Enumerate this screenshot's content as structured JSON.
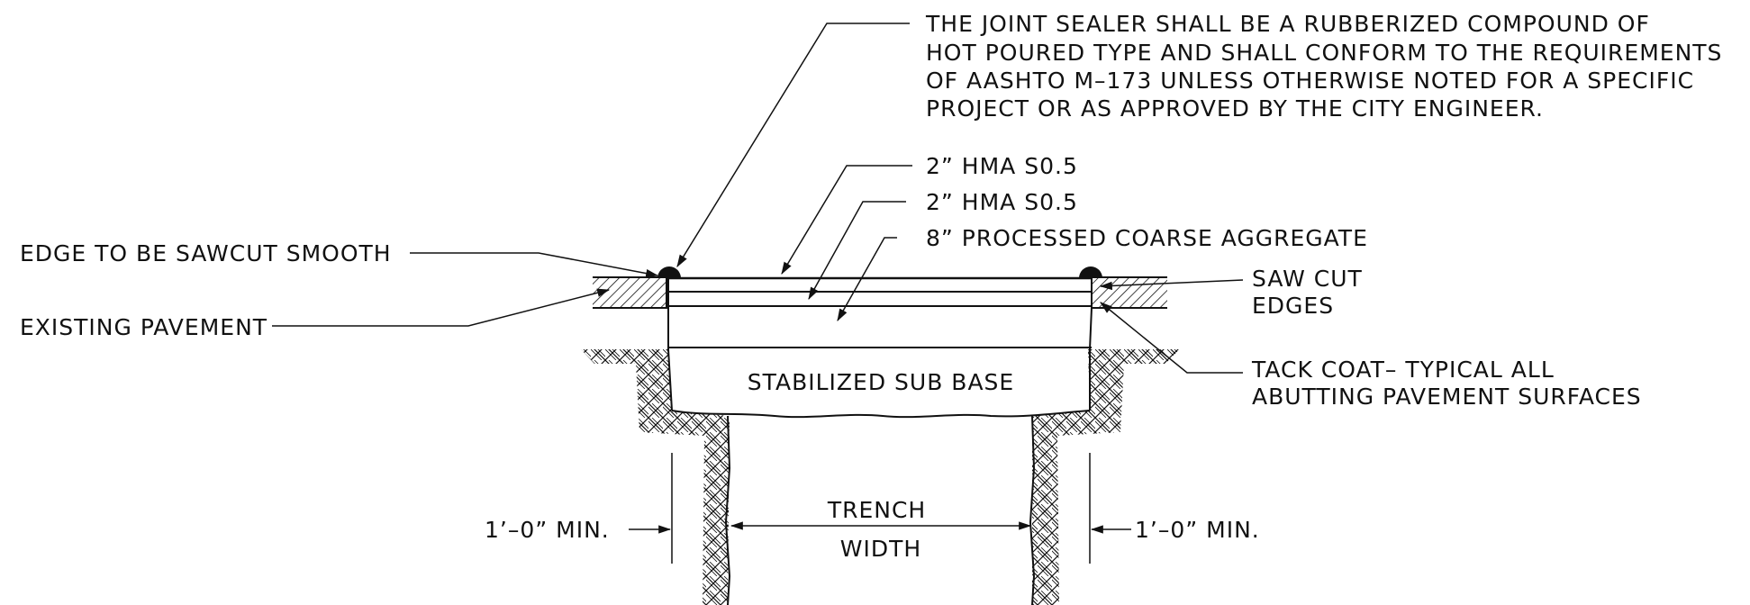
{
  "labels": {
    "joint_sealer_note": [
      "THE JOINT SEALER SHALL BE A RUBBERIZED COMPOUND OF",
      "HOT POURED TYPE AND SHALL CONFORM TO THE REQUIREMENTS",
      "OF AASHTO M–173 UNLESS OTHERWISE NOTED FOR A SPECIFIC",
      "PROJECT OR AS APPROVED BY THE CITY ENGINEER."
    ],
    "surface_course": "2” HMA S0.5",
    "intermediate_course": "2” HMA S0.5",
    "aggregate_base": "8” PROCESSED COARSE AGGREGATE",
    "sawcut_edge": "EDGE TO BE SAWCUT SMOOTH",
    "existing_pavement": "EXISTING PAVEMENT",
    "saw_cut_edges": [
      "SAW CUT",
      "EDGES"
    ],
    "tack_coat": [
      "TACK COAT– TYPICAL ALL",
      "ABUTTING PAVEMENT SURFACES"
    ],
    "sub_base": "STABILIZED SUB BASE",
    "trench_width": [
      "TRENCH",
      "WIDTH"
    ],
    "min_left": "1’–0” MIN.",
    "min_right": "1’–0” MIN."
  }
}
